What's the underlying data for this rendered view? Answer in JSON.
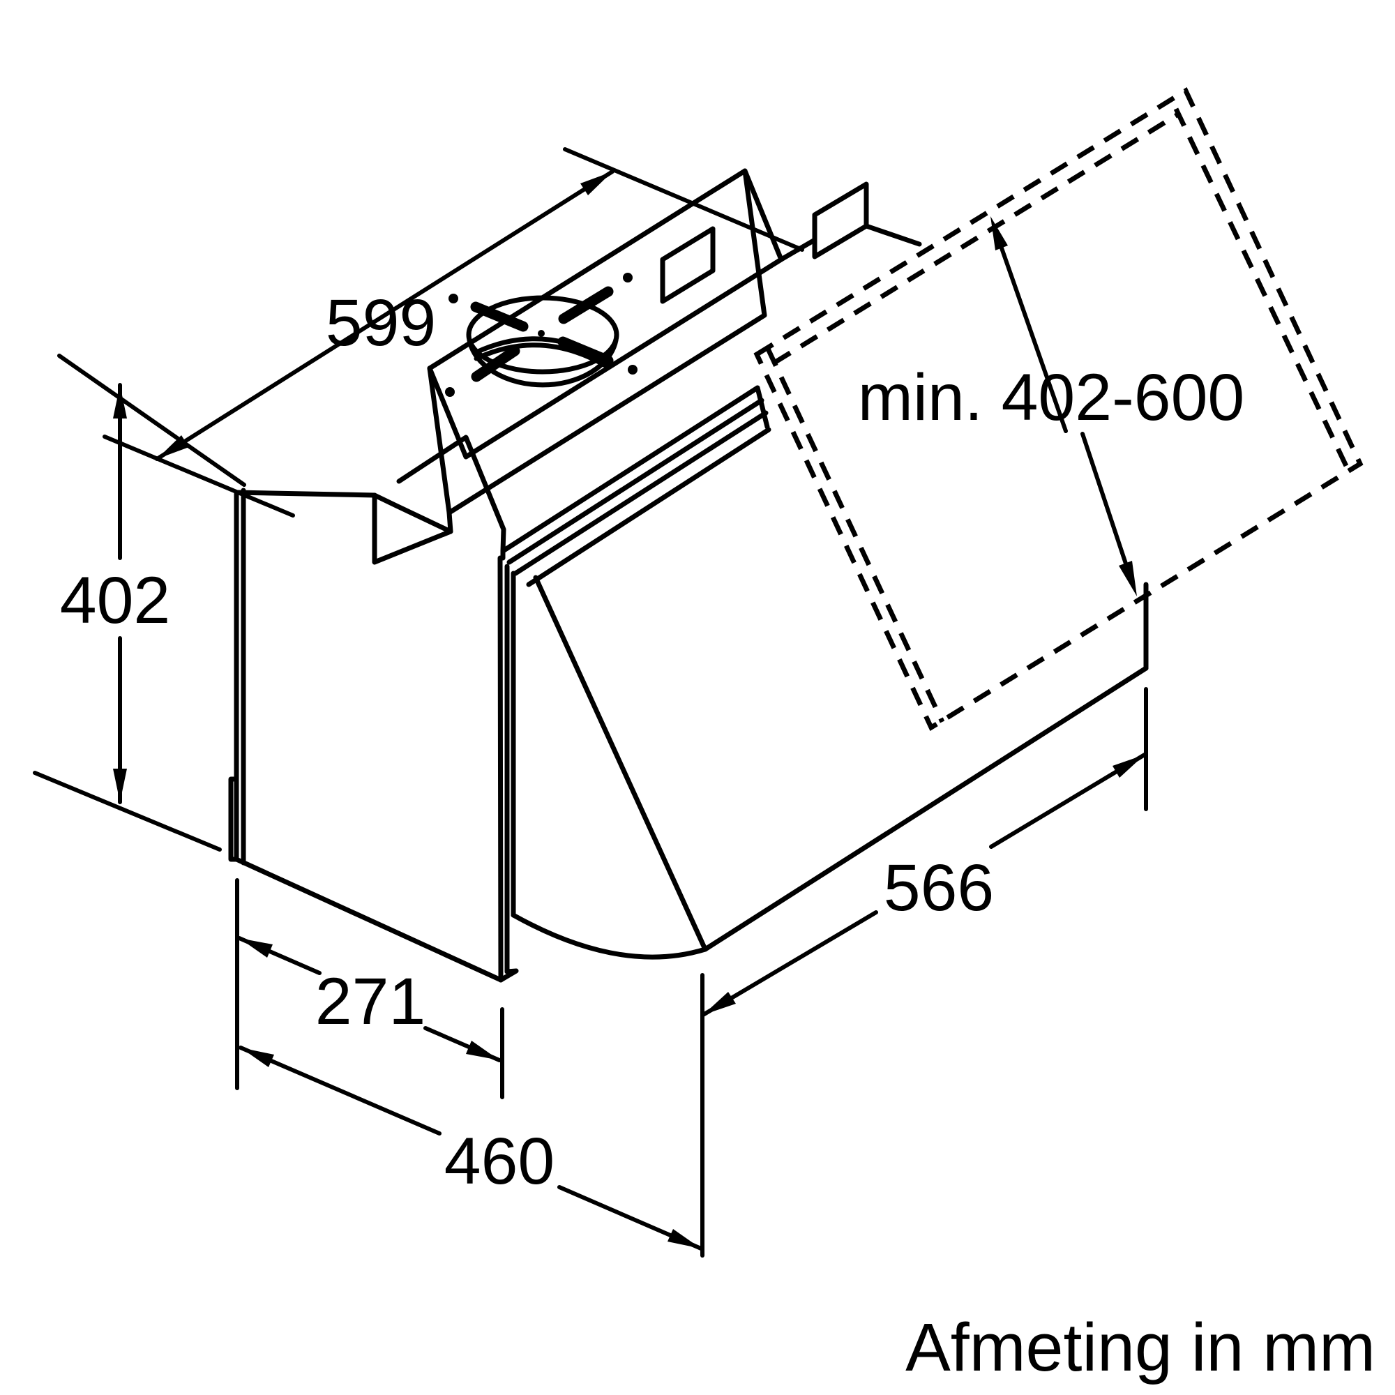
{
  "figure": {
    "type": "technical-dimension-drawing",
    "subject": "built-in telescopic cooker hood with cabinet door",
    "caption": "Afmeting in mm",
    "dimensions": {
      "top_width": "599",
      "left_height": "402",
      "door_height_range": "min. 402-600",
      "right_depth": "566",
      "front_panel_width": "271",
      "body_width": "460"
    },
    "colors": {
      "line": "#000000",
      "background": "#ffffff"
    }
  }
}
